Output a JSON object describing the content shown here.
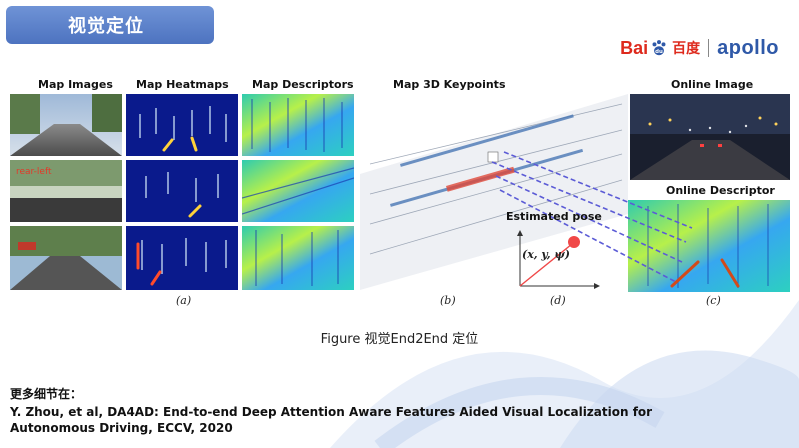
{
  "slide": {
    "title": "视觉定位",
    "logo_baidu_latin": "Bai",
    "logo_baidu_cn": "百度",
    "logo_apollo": "apollo",
    "caption": "Figure 视觉End2End 定位",
    "more_details": "更多细节在：",
    "reference_line1": "Y. Zhou, et al, DA4AD: End-to-end Deep Attention Aware Features Aided Visual Localization for",
    "reference_line2": "Autonomous Driving, ECCV, 2020"
  },
  "figure": {
    "headers": {
      "map_images": "Map Images",
      "map_heatmaps": "Map Heatmaps",
      "map_descriptors": "Map  Descriptors",
      "map_3d_keypoints": "Map 3D Keypoints",
      "online_image": "Online  Image",
      "online_descriptor": "Online Descriptor",
      "estimated_pose": "Estimated pose",
      "pose_formula": "(x, y, ψ)",
      "rear_left_tag": "rear-left"
    },
    "sublabels": {
      "a": "(a)",
      "b": "(b)",
      "c": "(c)",
      "d": "(d)"
    }
  },
  "colors": {
    "title_tab": "#5a7fca",
    "baidu_red": "#de2a1d",
    "apollo_blue": "#2f59a8",
    "heatmap_bg": "#0a1a8c",
    "pose_dot": "#f04848",
    "match_line": "#5b5bd6"
  }
}
